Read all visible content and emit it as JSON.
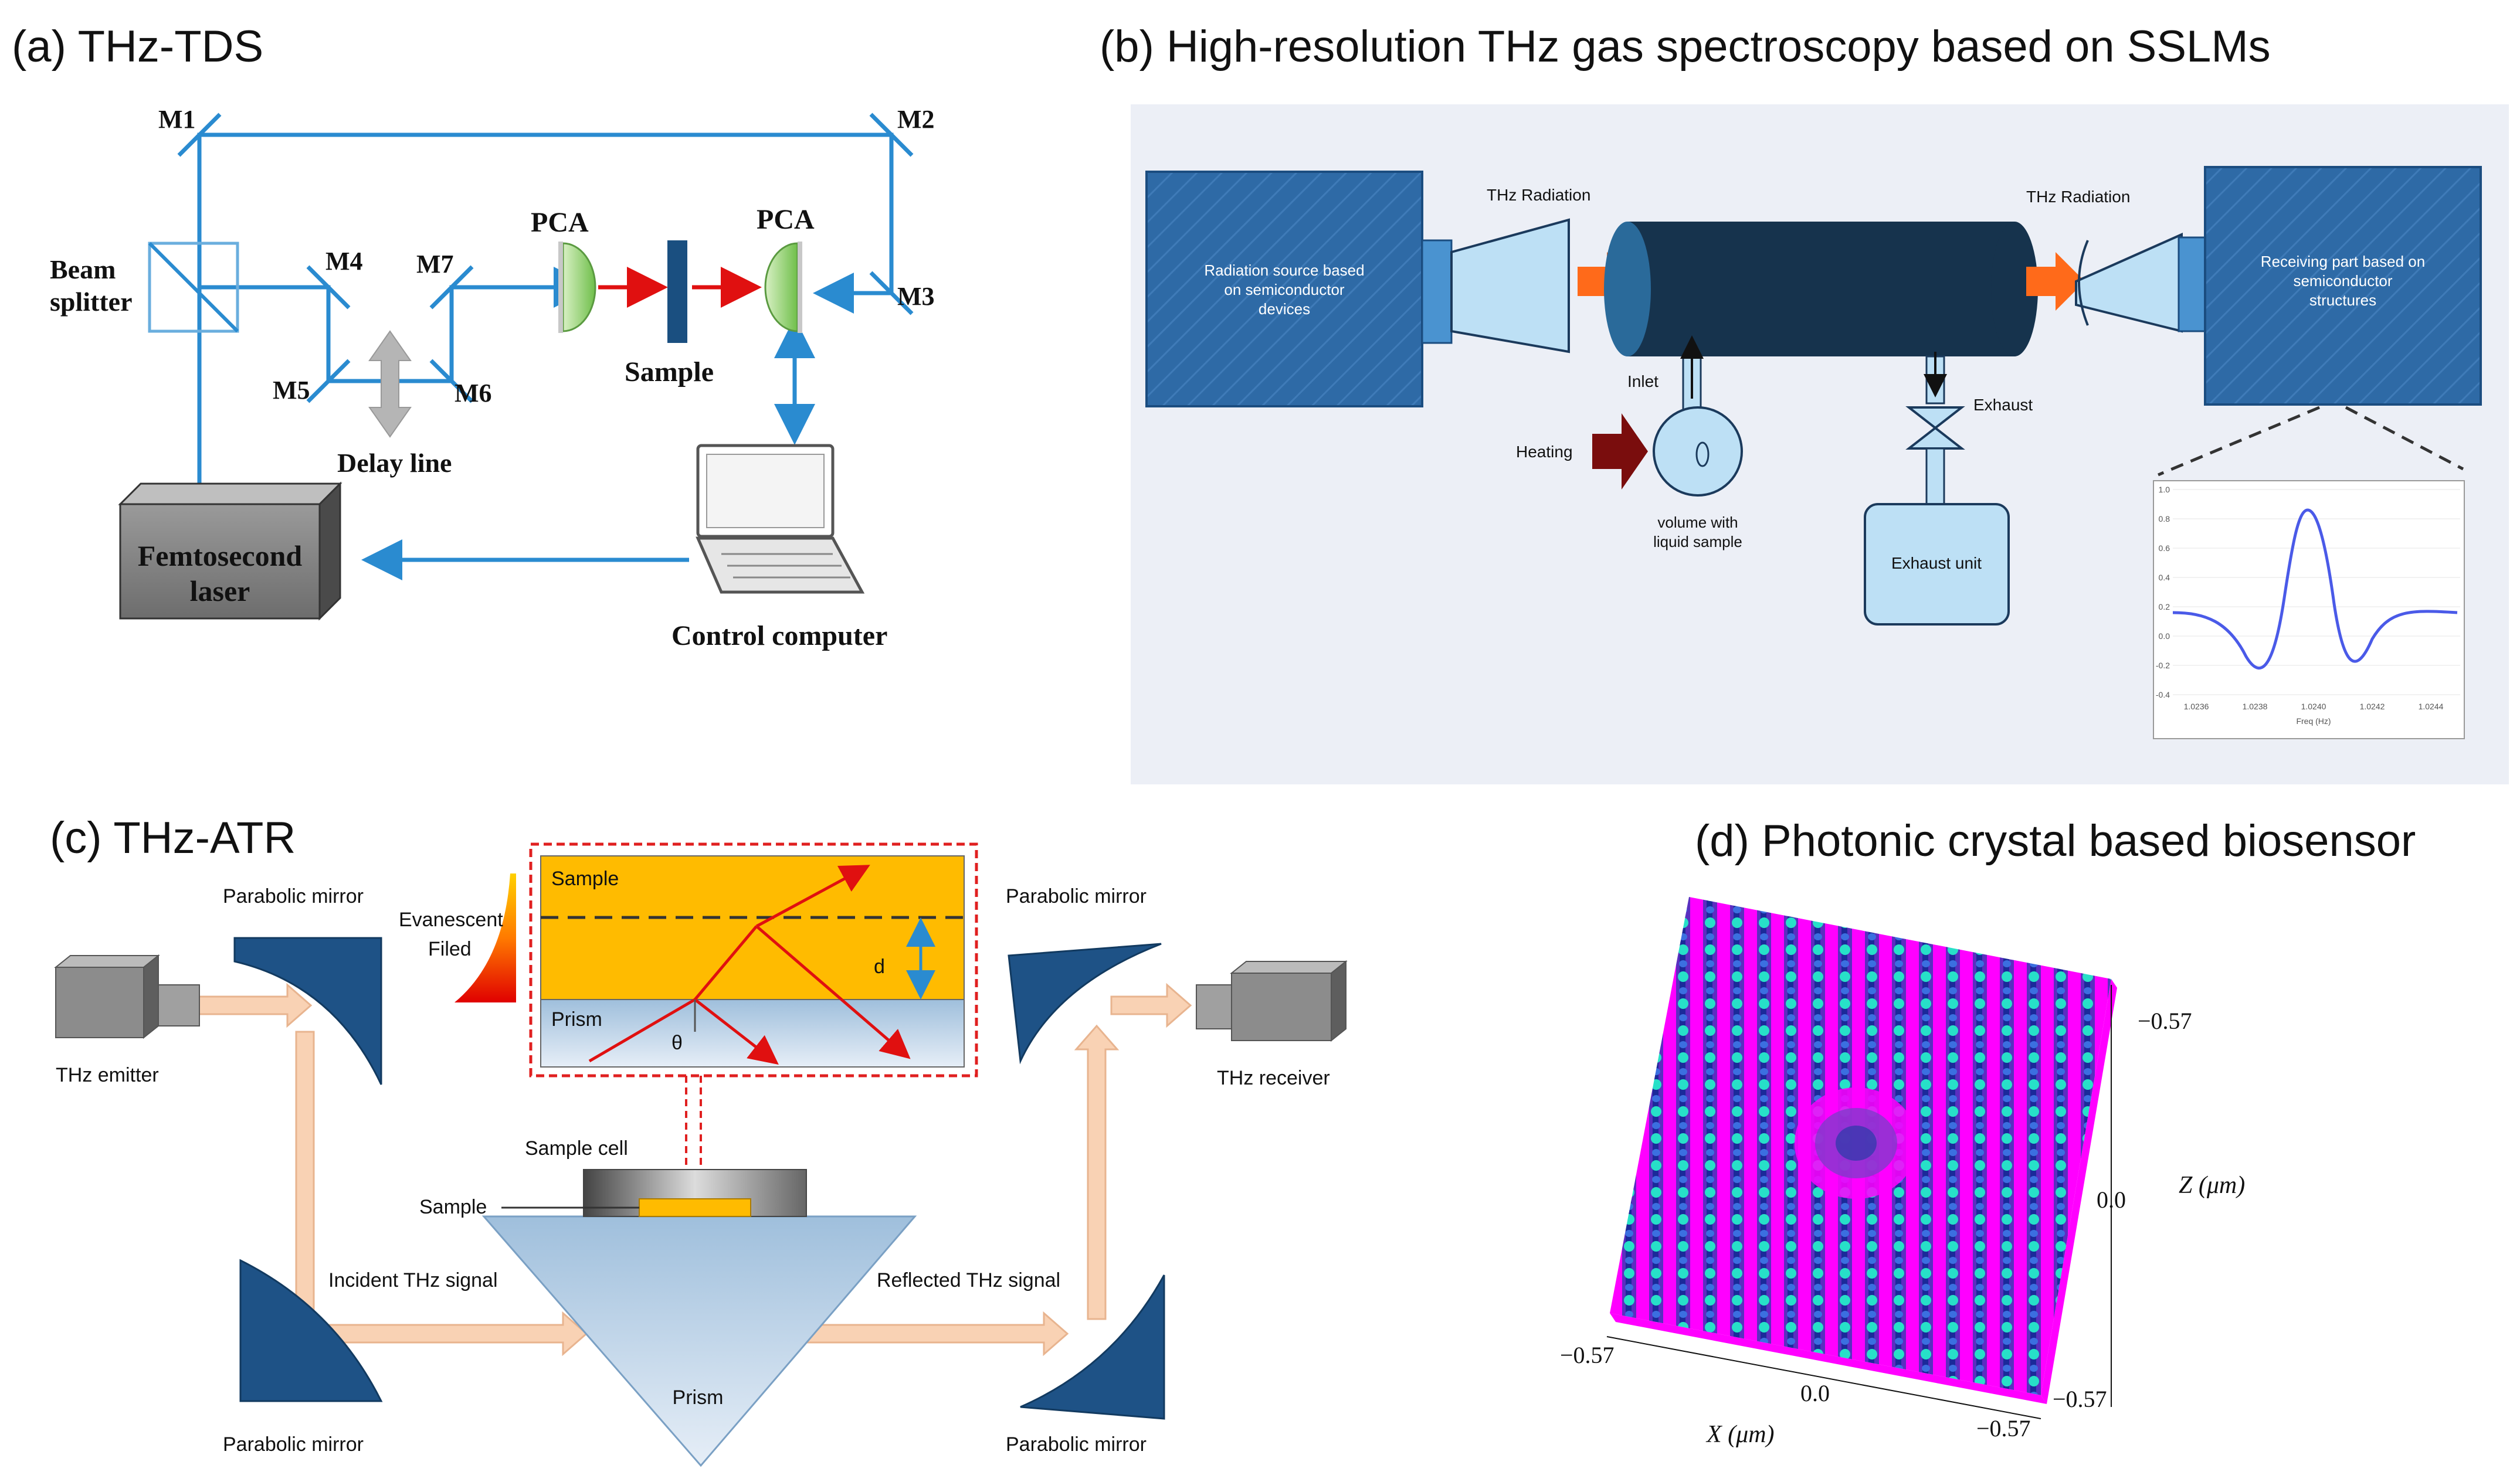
{
  "panel_a": {
    "title": "(a)  THz-TDS",
    "mirrors": {
      "m1": "M1",
      "m2": "M2",
      "m3": "M3",
      "m4": "M4",
      "m5": "M5",
      "m6": "M6",
      "m7": "M7"
    },
    "beam_splitter": [
      "Beam",
      "splitter"
    ],
    "pca_left": "PCA",
    "pca_right": "PCA",
    "sample": "Sample",
    "delay_line": "Delay line",
    "laser": [
      "Femtosecond",
      "laser"
    ],
    "computer": "Control computer"
  },
  "panel_b": {
    "title": "(b)  High-resolution THz gas spectroscopy based on SSLMs",
    "source": [
      "Radiation source based",
      "on semiconductor",
      "devices"
    ],
    "receiver": [
      "Receiving part based on",
      "semiconductor",
      "structures"
    ],
    "thz_radiation_left": "THz Radiation",
    "thz_radiation_right": "THz Radiation",
    "inlet": "Inlet",
    "heating": "Heating",
    "volume": [
      "volume with",
      "liquid sample"
    ],
    "exhaust": "Exhaust",
    "exhaust_unit": "Exhaust unit",
    "plot_y_ticks": [
      "1.0",
      "0.8",
      "0.6",
      "0.4",
      "0.2",
      "0.0",
      "-0.2",
      "-0.4"
    ],
    "plot_x_ticks": [
      "1.0236",
      "1.0238",
      "1.0240",
      "1.0242",
      "1.0244"
    ],
    "plot_x_label": "Freq (Hz)"
  },
  "panel_c": {
    "title": "(c)  THz-ATR",
    "parabolic_mirror_tl": "Parabolic mirror",
    "parabolic_mirror_tr": "Parabolic mirror",
    "parabolic_mirror_bl": "Parabolic mirror",
    "parabolic_mirror_br": "Parabolic mirror",
    "emitter": "THz emitter",
    "receiver": "THz receiver",
    "evanescent": [
      "Evanescent",
      "Filed"
    ],
    "inset_sample": "Sample",
    "inset_prism": "Prism",
    "inset_d": "d",
    "inset_theta": "θ",
    "sample_cell": "Sample cell",
    "sample": "Sample",
    "incident": "Incident THz signal",
    "reflected": "Reflected THz signal",
    "prism": "Prism"
  },
  "panel_d": {
    "title": "(d)   Photonic crystal based biosensor",
    "z_ticks": [
      "−0.57",
      "0.0"
    ],
    "z_label": "Z (μm)",
    "x_ticks": [
      "−0.57",
      "0.0",
      "−0.57"
    ],
    "y_tick": "−0.57",
    "x_label": "X (μm)"
  },
  "colors": {
    "beam": "#2a8bd0",
    "block_blue": "#2e6aa6",
    "tube": "#16334d",
    "orange": "#ff6a1a",
    "sample_gold": "#ffbb00",
    "prism_blue": "#aac8e3",
    "mirror_blue": "#1e5286",
    "magenta": "#ff00ff",
    "signal_peach": "#f9d2b4"
  }
}
